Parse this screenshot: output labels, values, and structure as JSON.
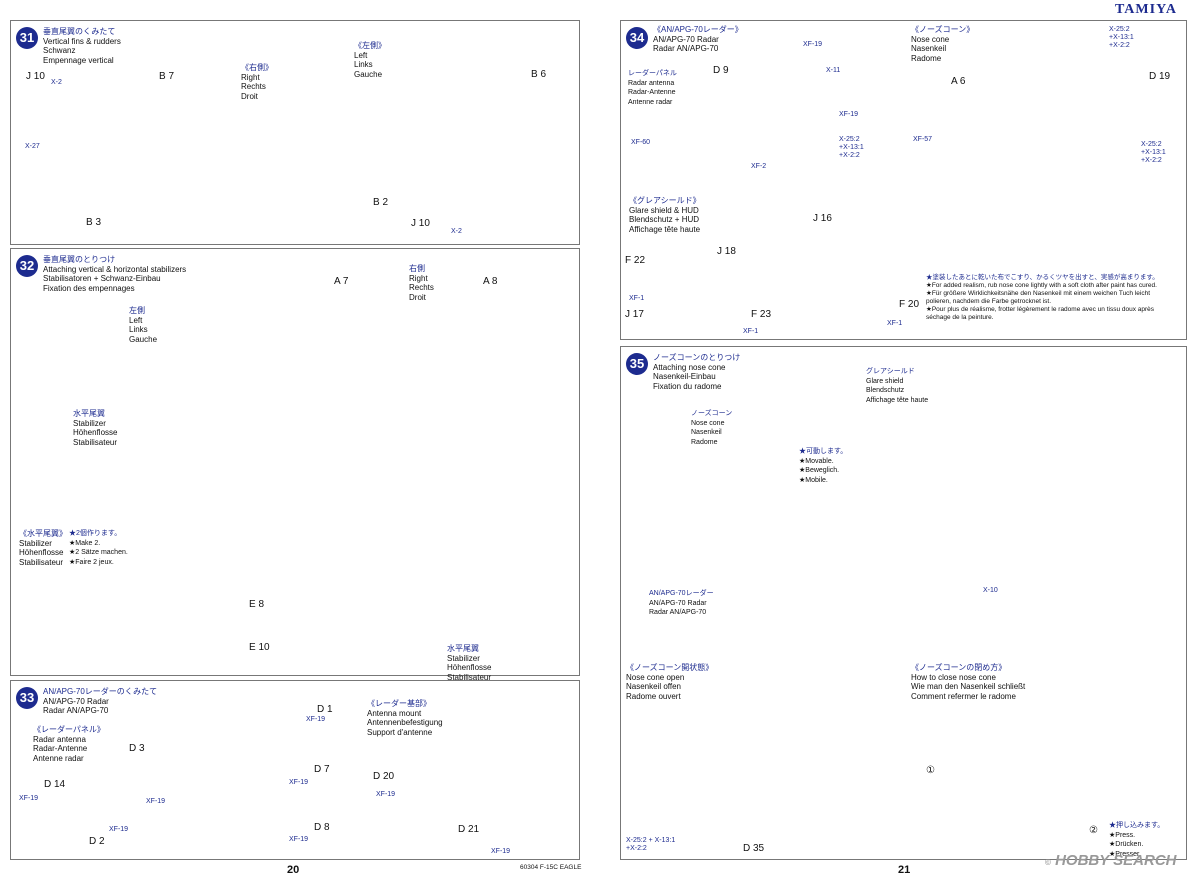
{
  "brand": "TAMIYA",
  "page_left": "20",
  "page_right": "21",
  "footer_code": "60304 F-15C EAGLE",
  "watermark": "HOBBY SEARCH",
  "watermark_tag": "©",
  "steps": {
    "s31": {
      "num": "31",
      "jp": "垂直尾翼のくみたて",
      "en": "Vertical fins & rudders",
      "de": "Schwanz",
      "fr": "Empennage vertical",
      "right_jp": "《右側》",
      "right_en": "Right",
      "right_de": "Rechts",
      "right_fr": "Droit",
      "left_jp": "《左側》",
      "left_en": "Left",
      "left_de": "Links",
      "left_fr": "Gauche",
      "parts": {
        "j10a": "J 10",
        "b7": "B 7",
        "b6": "B 6",
        "b3": "B 3",
        "b2": "B 2",
        "j10b": "J 10"
      },
      "x2a": "X-2",
      "x27": "X-27",
      "x2b": "X-2"
    },
    "s32": {
      "num": "32",
      "jp": "垂直尾翼のとりつけ",
      "en": "Attaching vertical & horizontal stabilizers",
      "de": "Stabilisatoren + Schwanz-Einbau",
      "fr": "Fixation des empennages",
      "left_jp": "左側",
      "left_en": "Left",
      "left_de": "Links",
      "left_fr": "Gauche",
      "right_jp": "右側",
      "right_en": "Right",
      "right_de": "Rechts",
      "right_fr": "Droit",
      "stab1_jp": "水平尾翼",
      "stab1_en": "Stabilizer",
      "stab1_de": "Höhenflosse",
      "stab1_fr": "Stabilisateur",
      "stab2_jp": "《水平尾翼》",
      "stab2_en": "Stabilizer",
      "stab2_de": "Höhenflosse",
      "stab2_fr": "Stabilisateur",
      "make_jp": "★2個作ります。",
      "make_en": "★Make 2.",
      "make_de": "★2 Sätze machen.",
      "make_fr": "★Faire 2 jeux.",
      "stab3_jp": "水平尾翼",
      "stab3_en": "Stabilizer",
      "stab3_de": "Höhenflosse",
      "stab3_fr": "Stabilisateur",
      "parts": {
        "a7": "A 7",
        "a8": "A 8",
        "e8": "E 8",
        "e10": "E 10"
      }
    },
    "s33": {
      "num": "33",
      "jp": "AN/APG-70レーダーのくみたて",
      "en": "AN/APG-70 Radar",
      "de": "Radar AN/APG-70",
      "ant_jp": "《レーダーパネル》",
      "ant_en": "Radar antenna",
      "ant_de": "Radar-Antenne",
      "ant_fr": "Antenne radar",
      "mount_jp": "《レーダー基部》",
      "mount_en": "Antenna mount",
      "mount_de": "Antennenbefestigung",
      "mount_fr": "Support d'antenne",
      "parts": {
        "d1": "D 1",
        "d3": "D 3",
        "d14": "D 14",
        "d2": "D 2",
        "d7": "D 7",
        "d8": "D 8",
        "d20": "D 20",
        "d21": "D 21"
      },
      "xf19": "XF-19"
    },
    "s34": {
      "num": "34",
      "jp": "《AN/APG-70レーダー》",
      "en": "AN/APG-70 Radar",
      "de": "Radar AN/APG-70",
      "panel_jp": "レーダーパネル",
      "panel_en": "Radar antenna",
      "panel_de": "Radar-Antenne",
      "panel_fr": "Antenne radar",
      "nose_jp": "《ノーズコーン》",
      "nose_en": "Nose cone",
      "nose_de": "Nasenkeil",
      "nose_fr": "Radome",
      "glare_jp": "《グレアシールド》",
      "glare_en": "Glare shield & HUD",
      "glare_de": "Blendschutz + HUD",
      "glare_fr": "Affichage tête haute",
      "tip_jp": "★塗装したあとに乾いた布でこすり、かるくツヤを出すと、実感が高まります。",
      "tip_en": "★For added realism, rub nose cone lightly with a soft cloth after paint has cured.",
      "tip_de": "★Für größere Wirklichkeitsnähe den Nasenkeil mit einem weichen Tuch leicht polieren, nachdem die Farbe getrocknet ist.",
      "tip_fr": "★Pour plus de réalisme, frotter légèrement le radome avec un tissu doux après séchage de la peinture.",
      "parts": {
        "d9": "D 9",
        "a6": "A 6",
        "d19": "D 19",
        "j16": "J 16",
        "j18": "J 18",
        "f22": "F 22",
        "j17": "J 17",
        "f23": "F 23",
        "f20": "F 20"
      },
      "xf19": "XF-19",
      "x11": "X-11",
      "xf60": "XF-60",
      "xf2": "XF-2",
      "xf57": "XF-57",
      "xf1": "XF-1",
      "mix1": "X-25:2\n+X-13:1\n+X-2:2"
    },
    "s35": {
      "num": "35",
      "jp": "ノーズコーンのとりつけ",
      "en": "Attaching nose cone",
      "de": "Nasenkeil-Einbau",
      "fr": "Fixation du radome",
      "glare_jp": "グレアシールド",
      "glare_en": "Glare shield",
      "glare_de": "Blendschutz",
      "glare_fr": "Affichage tête haute",
      "nose_jp": "ノーズコーン",
      "nose_en": "Nose cone",
      "nose_de": "Nasenkeil",
      "nose_fr": "Radome",
      "mov_jp": "★可動します。",
      "mov_en": "★Movable.",
      "mov_de": "★Beweglich.",
      "mov_fr": "★Mobile.",
      "radar_jp": "AN/APG-70レーダー",
      "radar_en": "AN/APG-70 Radar",
      "radar_de": "Radar AN/APG-70",
      "x10": "X-10",
      "open_jp": "《ノーズコーン開状態》",
      "open_en": "Nose cone open",
      "open_de": "Nasenkeil offen",
      "open_fr": "Radome ouvert",
      "close_jp": "《ノーズコーンの閉め方》",
      "close_en": "How to close nose cone",
      "close_de": "Wie man den Nasenkeil schließt",
      "close_fr": "Comment refermer le radome",
      "press_jp": "★押し込みます。",
      "press_en": "★Press.",
      "press_de": "★Drücken.",
      "press_fr": "★Presser.",
      "d35": "D 35",
      "c1": "①",
      "c2": "②",
      "mix2": "X-25:2 + X-13:1\n+X-2:2"
    }
  }
}
